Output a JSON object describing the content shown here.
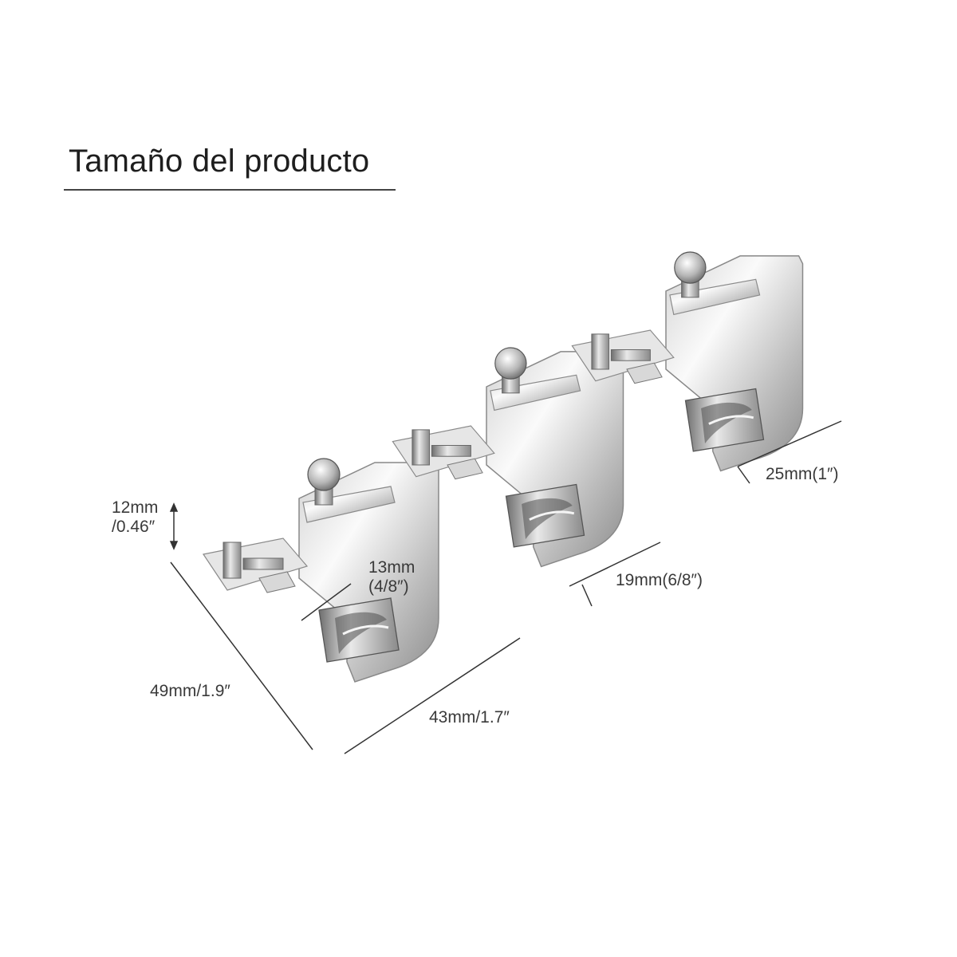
{
  "title": "Tamaño del producto",
  "dimensions": {
    "height": {
      "line1": "12mm",
      "line2": "/0.46″"
    },
    "length": "49mm/1.9″",
    "width": "43mm/1.7″",
    "hem_small": {
      "line1": "13mm",
      "line2": "(4/8″)"
    },
    "hem_medium": "19mm(6/8″)",
    "hem_large": "25mm(1″)"
  },
  "colors": {
    "metal_light": "#f4f4f4",
    "metal_mid": "#c9c9c9",
    "metal_dark": "#7d7d7d",
    "line": "#333333"
  }
}
